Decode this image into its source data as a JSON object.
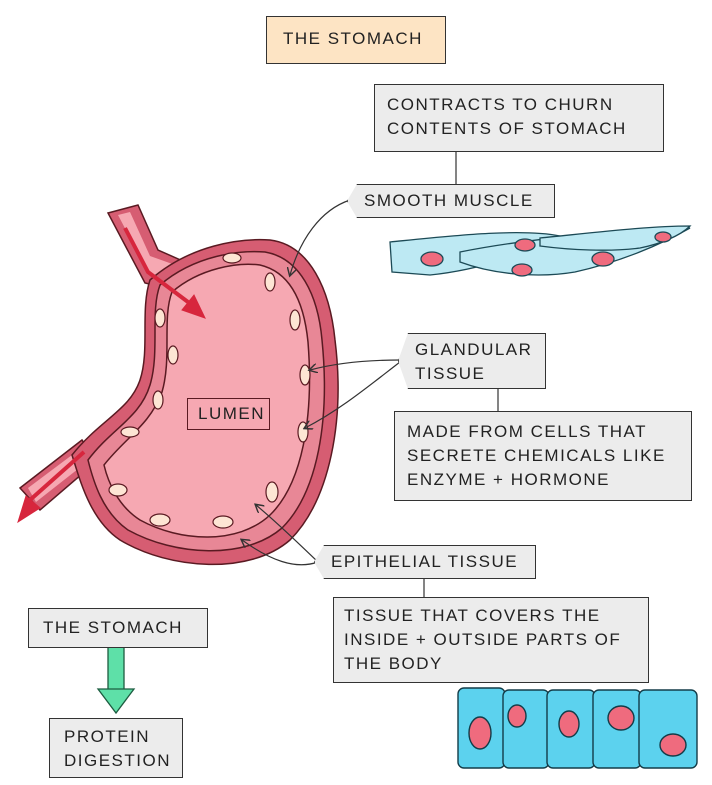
{
  "title": "THE STOMACH",
  "colors": {
    "stomach_fill": "#f6a8b2",
    "wall_outer": "#d65d72",
    "wall_band": "#e88796",
    "gland": "#fde5d4",
    "muscle_cell": "#bde9f3",
    "nucleus": "#ef6b7e",
    "epithelial_cell": "#5cd2ee",
    "flow_arrow": "#d7263d",
    "process_arrow": "#5ee0a8",
    "title_fill": "#fde4c4",
    "box_fill": "#ececec"
  },
  "labels": {
    "lumen": "LUMEN",
    "smooth_muscle": "SMOOTH MUSCLE",
    "smooth_muscle_desc": "CONTRACTS TO CHURN\nCONTENTS OF STOMACH",
    "glandular": "GLANDULAR\nTISSUE",
    "glandular_desc": "MADE FROM CELLS THAT\nSECRETE CHEMICALS LIKE\nENZYME + HORMONE",
    "epithelial": "EPITHELIAL TISSUE",
    "epithelial_desc": "TISSUE THAT COVERS THE\nINSIDE + OUTSIDE PARTS OF\nTHE BODY"
  },
  "flow": {
    "organ": "THE STOMACH",
    "function": "PROTEIN\nDIGESTION"
  },
  "icons": [
    "smooth-muscle-cells-icon",
    "epithelial-cells-icon",
    "stomach-icon"
  ]
}
